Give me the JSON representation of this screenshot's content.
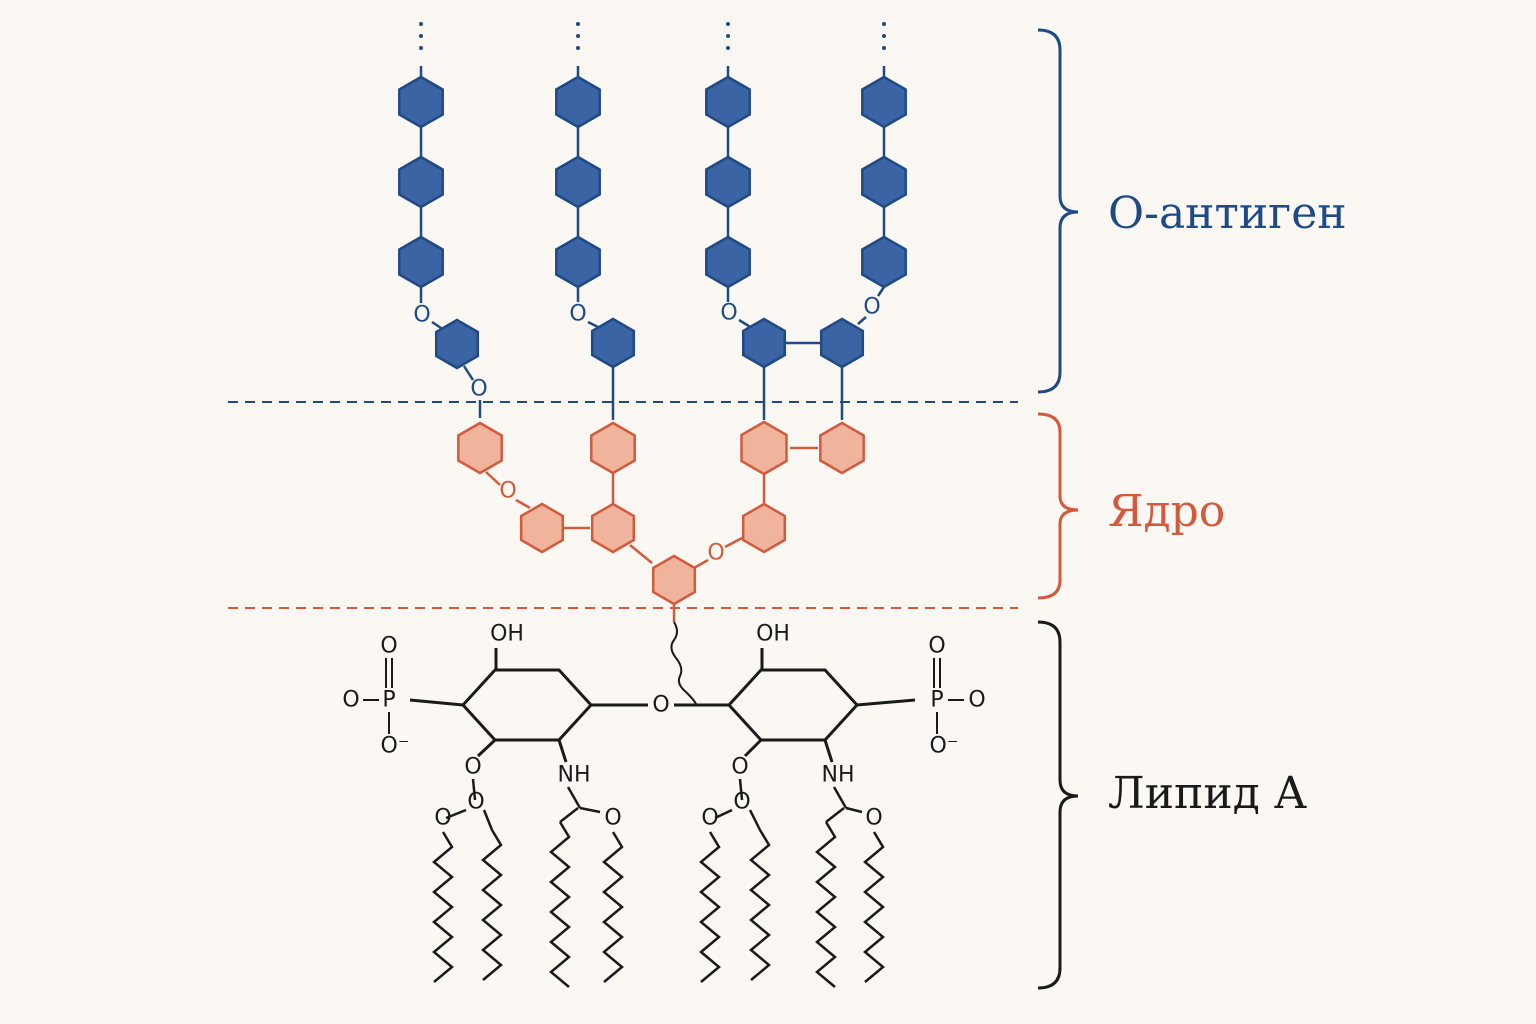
{
  "labels": {
    "o_antigen": "О-антиген",
    "core": "Ядро",
    "lipid_a": "Липид А"
  },
  "atoms": {
    "oxygen": "O",
    "hydroxyl": "OH",
    "phosphorus": "P",
    "oxide_anion": "O⁻",
    "amine": "NH"
  },
  "colors": {
    "background": "#fbf8f3",
    "o_antigen": "#1f4a86",
    "o_antigen_fill": "#3a64a4",
    "core": "#d35a3c",
    "core_fill": "#f0b49c",
    "lipid": "#1a1a1a"
  }
}
